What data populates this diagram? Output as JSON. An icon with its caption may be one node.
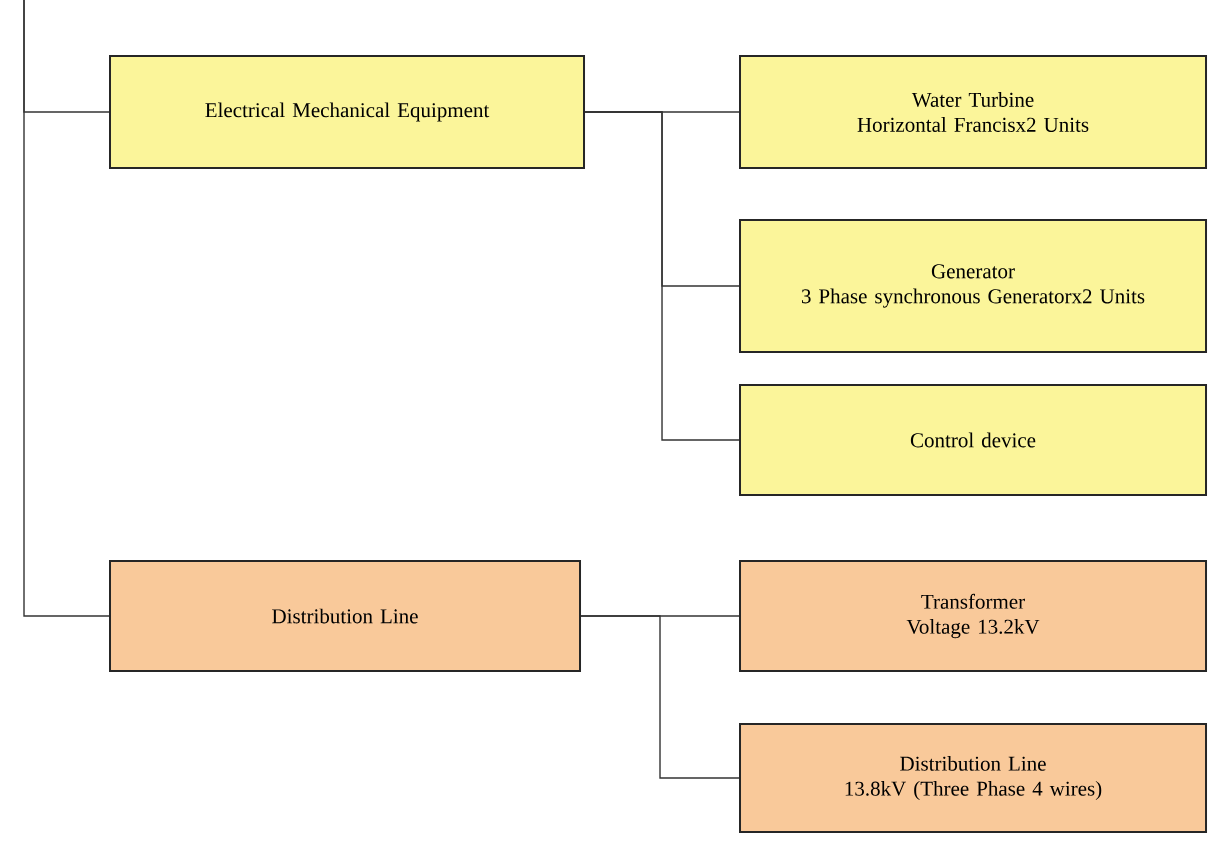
{
  "diagram": {
    "nodes": [
      {
        "text": [
          "Electrical Mechanical Equipment"
        ]
      },
      {
        "text": [
          "Water Turbine",
          "Horizontal Francisx2 Units"
        ]
      },
      {
        "text": [
          "Generator",
          "3 Phase synchronous Generatorx2 Units"
        ]
      },
      {
        "text": [
          "Control device"
        ]
      },
      {
        "text": [
          "Distribution Line"
        ]
      },
      {
        "text": [
          "Transformer",
          "Voltage 13.2kV"
        ]
      },
      {
        "text": [
          "Distribution Line",
          "13.8kV (Three Phase 4 wires)"
        ]
      }
    ],
    "edges": [
      {
        "from": null,
        "to": 0,
        "arrow": "none"
      },
      {
        "from": null,
        "to": 4,
        "arrow": "none"
      },
      {
        "from": 0,
        "to": 1,
        "arrow": "none"
      },
      {
        "from": 0,
        "to": 2,
        "arrow": "none"
      },
      {
        "from": 0,
        "to": 3,
        "arrow": "none"
      },
      {
        "from": 4,
        "to": 5,
        "arrow": "none"
      },
      {
        "from": 4,
        "to": 6,
        "arrow": "none"
      }
    ]
  }
}
